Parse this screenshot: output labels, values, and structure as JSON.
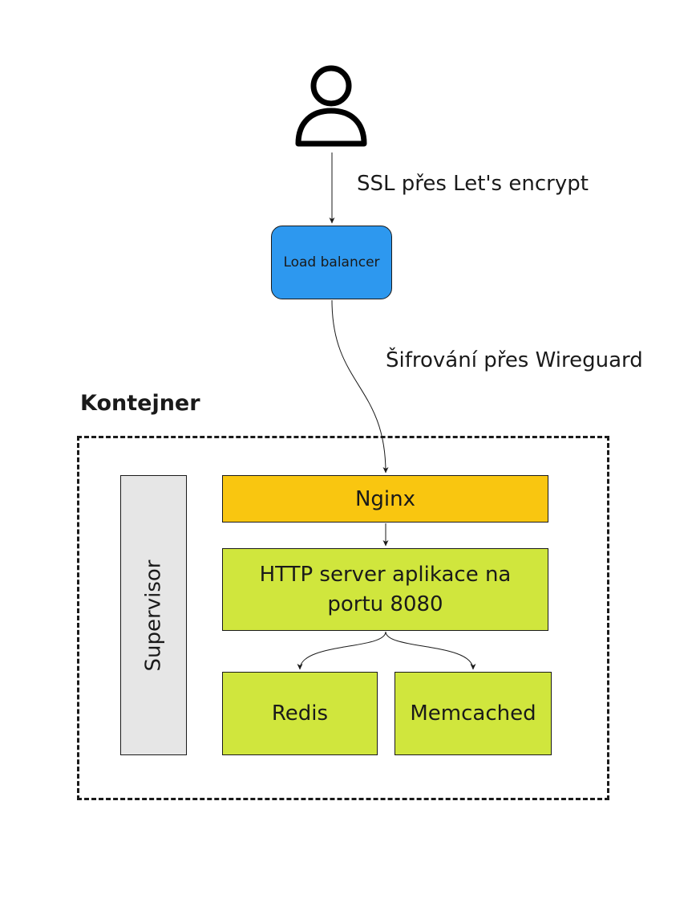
{
  "nodes": {
    "user": {
      "icon": "user-icon"
    },
    "load_balancer": {
      "label": "Load balancer",
      "color": "#2d98ef"
    },
    "container": {
      "label": "Kontejner"
    },
    "supervisor": {
      "label": "Supervisor",
      "color": "#e6e6e6"
    },
    "nginx": {
      "label": "Nginx",
      "color": "#f9c610"
    },
    "http_server": {
      "label": "HTTP server aplikace na portu 8080",
      "color": "#d0e63d"
    },
    "redis": {
      "label": "Redis",
      "color": "#d0e63d"
    },
    "memcached": {
      "label": "Memcached",
      "color": "#d0e63d"
    }
  },
  "edges": [
    {
      "from": "user",
      "to": "load_balancer",
      "label": "SSL přes Let's encrypt"
    },
    {
      "from": "load_balancer",
      "to": "nginx",
      "label": "Šifrování přes Wireguard"
    },
    {
      "from": "nginx",
      "to": "http_server",
      "label": ""
    },
    {
      "from": "http_server",
      "to": "redis",
      "label": ""
    },
    {
      "from": "http_server",
      "to": "memcached",
      "label": ""
    }
  ]
}
